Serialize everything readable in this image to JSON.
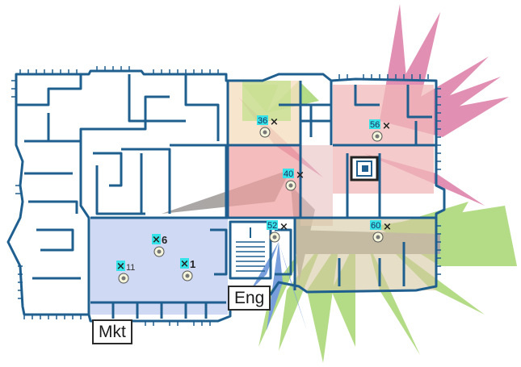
{
  "zones": [
    {
      "id": "mkt",
      "label": "Mkt"
    },
    {
      "id": "eng",
      "label": "Eng"
    }
  ],
  "access_points": [
    {
      "id": "ap-36",
      "label": "36"
    },
    {
      "id": "ap-56",
      "label": "56"
    },
    {
      "id": "ap-40",
      "label": "40"
    },
    {
      "id": "ap-52",
      "label": "52"
    },
    {
      "id": "ap-60",
      "label": "60"
    },
    {
      "id": "ap-6",
      "label": "6"
    },
    {
      "id": "ap-11",
      "label": "11"
    },
    {
      "id": "ap-1",
      "label": "1"
    }
  ],
  "colors": {
    "wall": "#1f5f8f",
    "coverage_pink": "#d86a9a",
    "coverage_green": "#9ccf5e",
    "coverage_blue": "#4c7fd0",
    "coverage_gray": "#8e8a88",
    "zone_highlight": "#c8d2f2",
    "ap_label_bg": "#35e3e8"
  }
}
